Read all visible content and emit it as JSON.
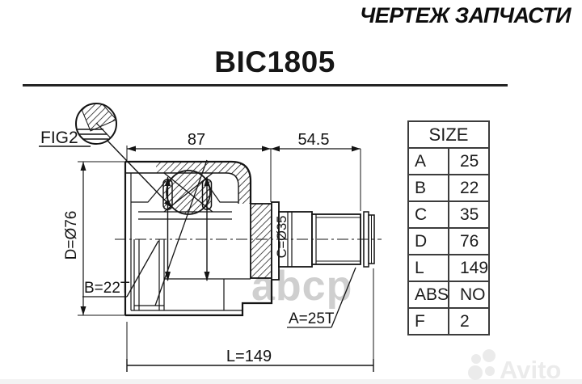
{
  "colors": {
    "ink": "#141414",
    "table_border": "#3c3c3c",
    "watermark_center": "#cfcfcf",
    "watermark_brand": "#ebebeb"
  },
  "header": {
    "title": "ЧЕРТЕЖ ЗАПЧАСТИ",
    "part_code": "BIC1805"
  },
  "drawing": {
    "figure_label": "FIG2",
    "dim_housing_width": "87",
    "dim_shaft_length": "54.5",
    "dim_outer_diameter": "D=Ø76",
    "dim_inner_spline": "B=22T",
    "dim_boot_diameter": "C=Ø35",
    "dim_shaft_spline": "A=25T",
    "dim_total_length": "L=149"
  },
  "size_table": {
    "header": "SIZE",
    "rows": [
      {
        "label": "A",
        "value": "25"
      },
      {
        "label": "B",
        "value": "22"
      },
      {
        "label": "C",
        "value": "35"
      },
      {
        "label": "D",
        "value": "76"
      },
      {
        "label": "L",
        "value": "149"
      },
      {
        "label": "ABS",
        "value": "NO"
      },
      {
        "label": "F",
        "value": "2"
      }
    ]
  },
  "watermarks": {
    "center": "abcp",
    "brand": "Avito"
  }
}
